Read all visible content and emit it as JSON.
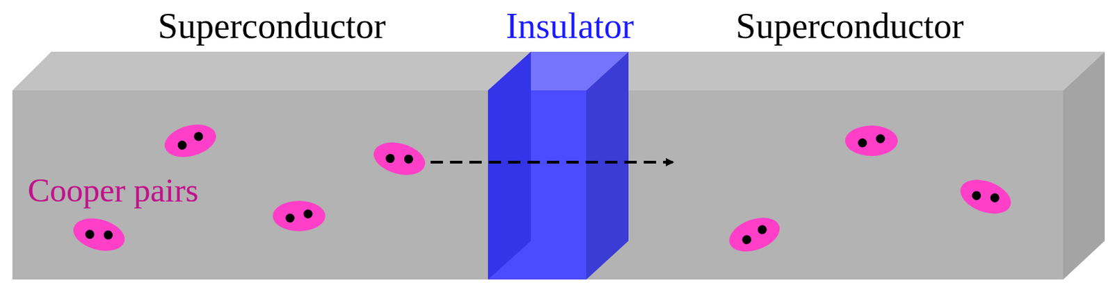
{
  "diagram": {
    "labels": [
      "Superconductor",
      "Insulator",
      "Superconductor",
      "Cooper pairs"
    ]
  }
}
